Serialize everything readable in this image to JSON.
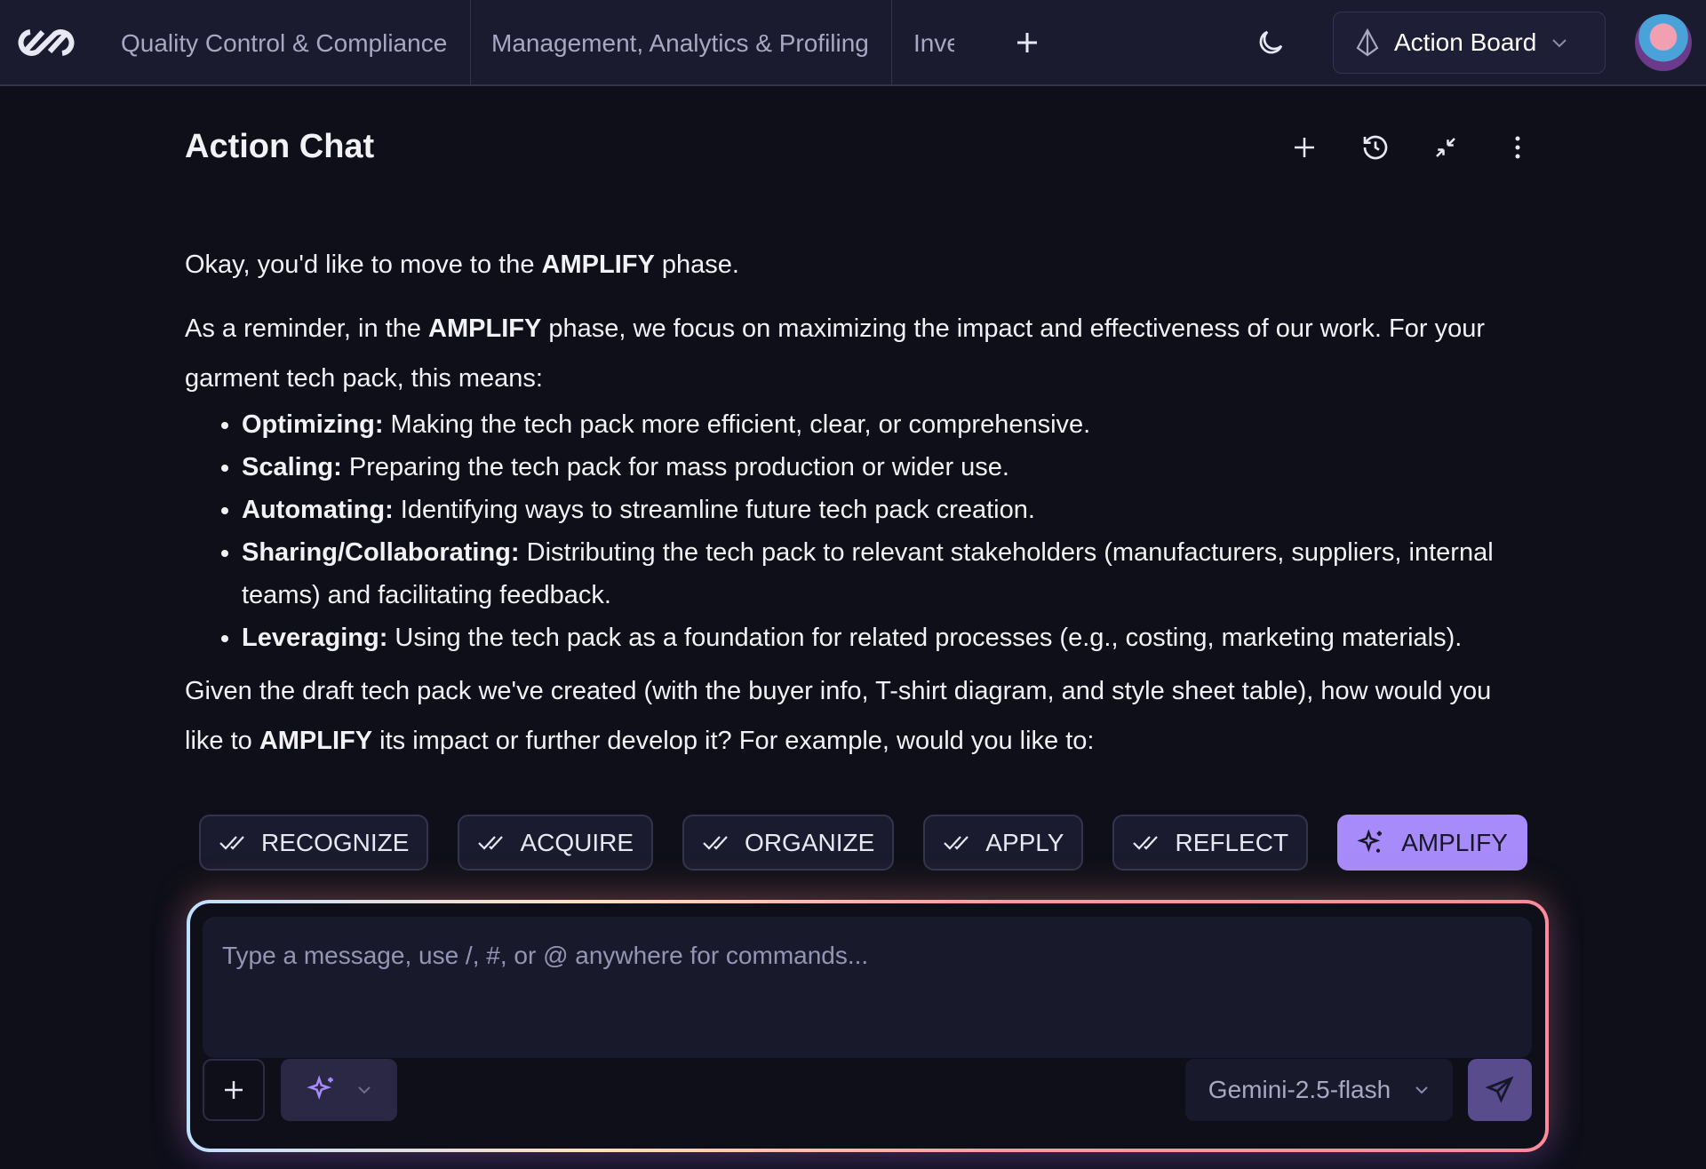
{
  "header": {
    "tabs": [
      "Quality Control & Compliance",
      "Management, Analytics & Profiling",
      "Inve"
    ],
    "action_board": "Action Board"
  },
  "chat": {
    "title": "Action Chat"
  },
  "message": {
    "p1_pre": "Okay, you'd like to move to the ",
    "p1_bold": "AMPLIFY",
    "p1_post": " phase.",
    "p2_pre": "As a reminder, in the ",
    "p2_bold": "AMPLIFY",
    "p2_post": " phase, we focus on maximizing the impact and effectiveness of our work. For your garment tech pack, this means:",
    "bullets": [
      {
        "term": "Optimizing:",
        "text": " Making the tech pack more efficient, clear, or comprehensive."
      },
      {
        "term": "Scaling:",
        "text": " Preparing the tech pack for mass production or wider use."
      },
      {
        "term": "Automating:",
        "text": " Identifying ways to streamline future tech pack creation."
      },
      {
        "term": "Sharing/Collaborating:",
        "text": " Distributing the tech pack to relevant stakeholders (manufacturers, suppliers, internal teams) and facilitating feedback."
      },
      {
        "term": "Leveraging:",
        "text": " Using the tech pack as a foundation for related processes (e.g., costing, marketing materials)."
      }
    ],
    "p3_pre": "Given the draft tech pack we've created (with the buyer info, T-shirt diagram, and style sheet table), how would you like to ",
    "p3_bold": "AMPLIFY",
    "p3_post": " its impact or further develop it? For example, would you like to:"
  },
  "phases": [
    "RECOGNIZE",
    "ACQUIRE",
    "ORGANIZE",
    "APPLY",
    "REFLECT",
    "AMPLIFY"
  ],
  "input": {
    "placeholder": "Type a message, use /, #, or @ anywhere for commands...",
    "model": "Gemini-2.5-flash"
  },
  "colors": {
    "accent": "#a78bfa",
    "header_bg": "#1a1b2e",
    "page_bg": "#0e0f19"
  }
}
